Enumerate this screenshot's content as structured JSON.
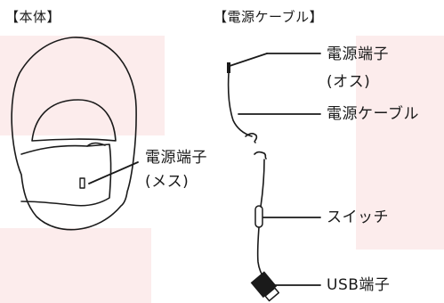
{
  "sections": {
    "body_title": "【本体】",
    "cable_title": "【電源ケーブル】"
  },
  "labels": {
    "power_terminal_male": [
      "電源端子",
      "(オス)"
    ],
    "power_cable": "電源ケーブル",
    "power_terminal_female": [
      "電源端子",
      "(メス)"
    ],
    "switch": "スイッチ",
    "usb_terminal": "USB端子"
  },
  "colors": {
    "line": "#1a1a1a",
    "background_band": "#fcecec"
  }
}
